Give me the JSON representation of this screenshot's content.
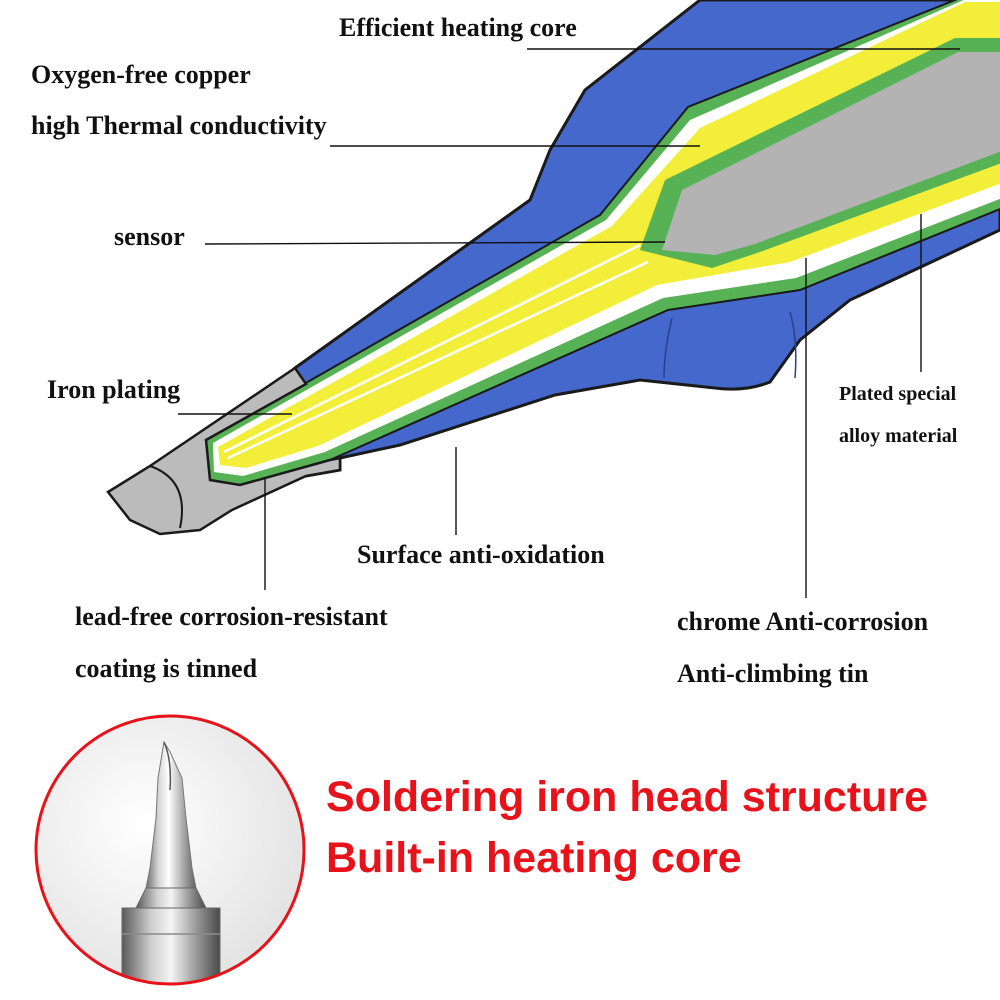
{
  "labels": {
    "efficient_heating_core": "Efficient heating core",
    "oxygen_free_copper": "Oxygen-free copper",
    "high_thermal_conductivity": "high Thermal conductivity",
    "sensor": "sensor",
    "iron_plating": "Iron plating",
    "plated_special_1": "Plated special",
    "plated_special_2": "alloy material",
    "surface_anti_oxidation": "Surface anti-oxidation",
    "lead_free_1": "lead-free corrosion-resistant",
    "lead_free_2": "coating is tinned",
    "chrome_1": "chrome Anti-corrosion",
    "chrome_2": "Anti-climbing tin"
  },
  "headline": {
    "line1": "Soldering iron head structure",
    "line2": "Built-in heating core",
    "color": "#e8121a"
  },
  "layers": {
    "outer_shell": "#4568cc",
    "copper": "#f2ee3a",
    "core_insulation": "#ffffff",
    "anti_corrosion": "#57b255",
    "heating_core": "#b3b3b3",
    "iron_plating": "#bbbbbb",
    "outline": "#1a1a1a"
  },
  "inset": {
    "icon": "soldering-tip-photo-icon",
    "border_color": "#e8121a"
  }
}
